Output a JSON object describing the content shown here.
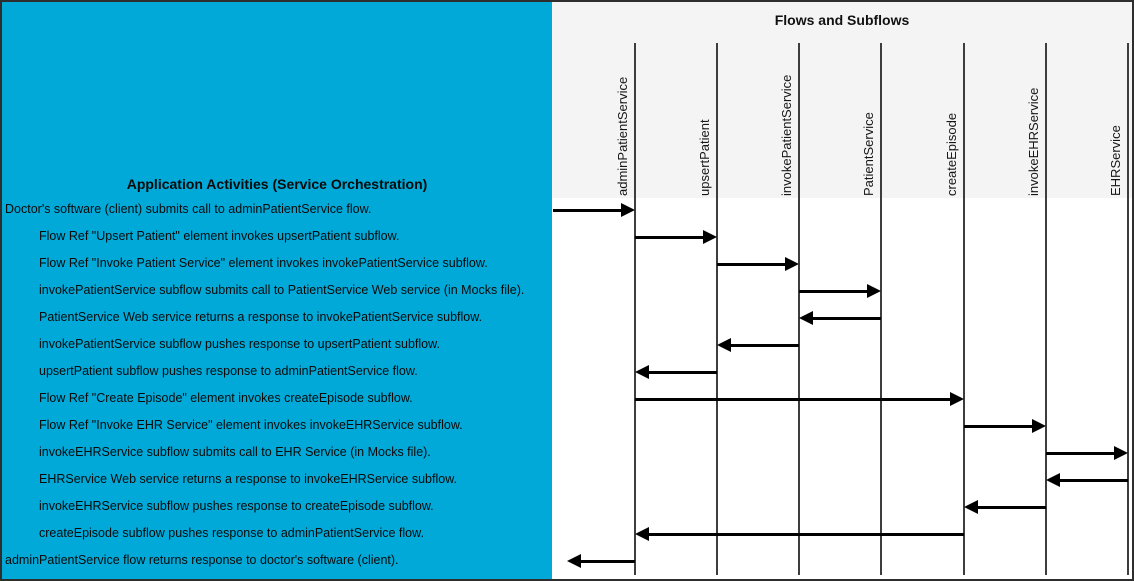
{
  "left_panel": {
    "title": "Application Activities (Service Orchestration)",
    "rows": [
      {
        "text": "Doctor's software (client) submits call to adminPatientService flow.",
        "indent": false
      },
      {
        "text": "Flow Ref \"Upsert Patient\" element invokes upsertPatient subflow.",
        "indent": true
      },
      {
        "text": "Flow Ref \"Invoke Patient Service\" element invokes invokePatientService subflow.",
        "indent": true
      },
      {
        "text": "invokePatientService subflow submits call to PatientService Web service (in Mocks file).",
        "indent": true
      },
      {
        "text": "PatientService Web service returns a response to invokePatientService subflow.",
        "indent": true
      },
      {
        "text": "invokePatientService subflow pushes response to upsertPatient subflow.",
        "indent": true
      },
      {
        "text": "upsertPatient subflow pushes response to adminPatientService flow.",
        "indent": true
      },
      {
        "text": "Flow Ref \"Create Episode\" element invokes createEpisode subflow.",
        "indent": true
      },
      {
        "text": "Flow Ref \"Invoke EHR Service\" element invokes invokeEHRService subflow.",
        "indent": true
      },
      {
        "text": "invokeEHRService subflow submits call to EHR Service (in Mocks file).",
        "indent": true
      },
      {
        "text": "EHRService Web service returns a response to invokeEHRService subflow.",
        "indent": true
      },
      {
        "text": "invokeEHRService subflow pushes response to createEpisode subflow.",
        "indent": true
      },
      {
        "text": "createEpisode subflow pushes response to adminPatientService flow.",
        "indent": true
      },
      {
        "text": "adminPatientService flow returns response to doctor's software (client).",
        "indent": false
      }
    ]
  },
  "right_panel": {
    "title": "Flows and Subflows",
    "lifelines": [
      "adminPatientService",
      "upsertPatient",
      "invokePatientService",
      "PatientService",
      "createEpisode",
      "invokeEHRService",
      "EHRService"
    ]
  },
  "arrows": [
    {
      "from": "client",
      "to": "adminPatientService"
    },
    {
      "from": "adminPatientService",
      "to": "upsertPatient"
    },
    {
      "from": "upsertPatient",
      "to": "invokePatientService"
    },
    {
      "from": "invokePatientService",
      "to": "PatientService"
    },
    {
      "from": "PatientService",
      "to": "invokePatientService"
    },
    {
      "from": "invokePatientService",
      "to": "upsertPatient"
    },
    {
      "from": "upsertPatient",
      "to": "adminPatientService"
    },
    {
      "from": "adminPatientService",
      "to": "createEpisode"
    },
    {
      "from": "createEpisode",
      "to": "invokeEHRService"
    },
    {
      "from": "invokeEHRService",
      "to": "EHRService"
    },
    {
      "from": "EHRService",
      "to": "invokeEHRService"
    },
    {
      "from": "invokeEHRService",
      "to": "createEpisode"
    },
    {
      "from": "createEpisode",
      "to": "adminPatientService"
    },
    {
      "from": "adminPatientService",
      "to": "client"
    }
  ],
  "colors": {
    "panel_cyan": "#00A9D8",
    "header_band": "#F4F4F4",
    "lifeline": "#3D3D3D",
    "arrow": "#000000",
    "border": "#2E2E2E",
    "text": "#101010"
  }
}
